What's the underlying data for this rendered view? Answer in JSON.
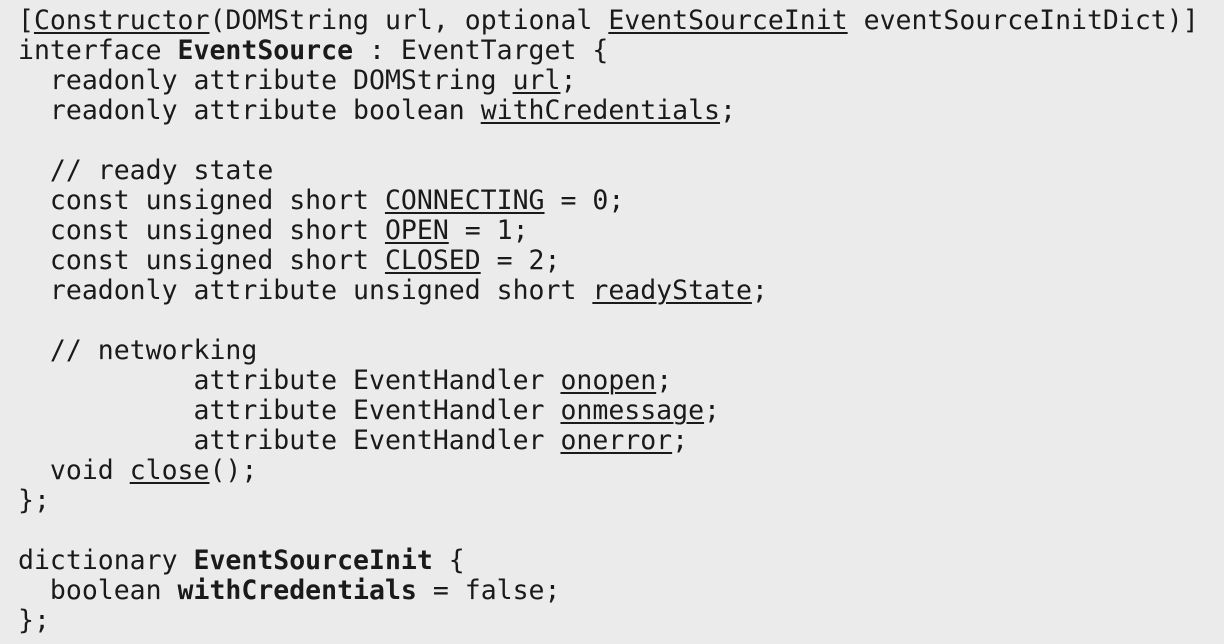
{
  "code": {
    "lines": [
      [
        {
          "t": "["
        },
        {
          "t": "Constructor",
          "link": true
        },
        {
          "t": "(DOMString url, optional "
        },
        {
          "t": "EventSourceInit",
          "link": true
        },
        {
          "t": " eventSourceInitDict)]"
        }
      ],
      [
        {
          "t": "interface "
        },
        {
          "t": "EventSource",
          "bold": true
        },
        {
          "t": " : EventTarget {"
        }
      ],
      [
        {
          "t": "  readonly attribute DOMString "
        },
        {
          "t": "url",
          "link": true
        },
        {
          "t": ";"
        }
      ],
      [
        {
          "t": "  readonly attribute boolean "
        },
        {
          "t": "withCredentials",
          "link": true
        },
        {
          "t": ";"
        }
      ],
      [],
      [
        {
          "t": "  // ready state"
        }
      ],
      [
        {
          "t": "  const unsigned short "
        },
        {
          "t": "CONNECTING",
          "link": true
        },
        {
          "t": " = 0;"
        }
      ],
      [
        {
          "t": "  const unsigned short "
        },
        {
          "t": "OPEN",
          "link": true
        },
        {
          "t": " = 1;"
        }
      ],
      [
        {
          "t": "  const unsigned short "
        },
        {
          "t": "CLOSED",
          "link": true
        },
        {
          "t": " = 2;"
        }
      ],
      [
        {
          "t": "  readonly attribute unsigned short "
        },
        {
          "t": "readyState",
          "link": true
        },
        {
          "t": ";"
        }
      ],
      [],
      [
        {
          "t": "  // networking"
        }
      ],
      [
        {
          "t": "           attribute EventHandler "
        },
        {
          "t": "onopen",
          "link": true
        },
        {
          "t": ";"
        }
      ],
      [
        {
          "t": "           attribute EventHandler "
        },
        {
          "t": "onmessage",
          "link": true
        },
        {
          "t": ";"
        }
      ],
      [
        {
          "t": "           attribute EventHandler "
        },
        {
          "t": "onerror",
          "link": true
        },
        {
          "t": ";"
        }
      ],
      [
        {
          "t": "  void "
        },
        {
          "t": "close",
          "link": true
        },
        {
          "t": "();"
        }
      ],
      [
        {
          "t": "};"
        }
      ],
      [],
      [
        {
          "t": "dictionary "
        },
        {
          "t": "EventSourceInit",
          "bold": true
        },
        {
          "t": " {"
        }
      ],
      [
        {
          "t": "  boolean "
        },
        {
          "t": "withCredentials",
          "bold": true
        },
        {
          "t": " = false;"
        }
      ],
      [
        {
          "t": "};"
        }
      ]
    ]
  }
}
